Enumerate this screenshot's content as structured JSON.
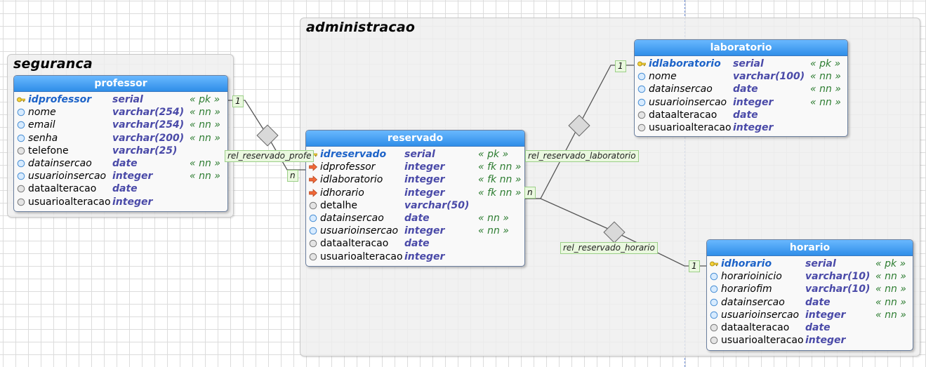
{
  "groups": {
    "seguranca": {
      "title": "seguranca"
    },
    "administracao": {
      "title": "administracao"
    }
  },
  "tables": {
    "professor": {
      "name": "professor",
      "columns": [
        {
          "name": "idprofessor",
          "type": "serial",
          "cons": "« pk »",
          "kind": "pk"
        },
        {
          "name": "nome",
          "type": "varchar(254)",
          "cons": "« nn »",
          "kind": "nn"
        },
        {
          "name": "email",
          "type": "varchar(254)",
          "cons": "« nn »",
          "kind": "nn"
        },
        {
          "name": "senha",
          "type": "varchar(200)",
          "cons": "« nn »",
          "kind": "nn"
        },
        {
          "name": "telefone",
          "type": "varchar(25)",
          "cons": "",
          "kind": "col"
        },
        {
          "name": "datainsercao",
          "type": "date",
          "cons": "« nn »",
          "kind": "nn"
        },
        {
          "name": "usuarioinsercao",
          "type": "integer",
          "cons": "« nn »",
          "kind": "nn"
        },
        {
          "name": "dataalteracao",
          "type": "date",
          "cons": "",
          "kind": "col"
        },
        {
          "name": "usuarioalteracao",
          "type": "integer",
          "cons": "",
          "kind": "col"
        }
      ]
    },
    "reservado": {
      "name": "reservado",
      "columns": [
        {
          "name": "idreservado",
          "type": "serial",
          "cons": "« pk »",
          "kind": "pk"
        },
        {
          "name": "idprofessor",
          "type": "integer",
          "cons": "« fk nn »",
          "kind": "fk"
        },
        {
          "name": "idlaboratorio",
          "type": "integer",
          "cons": "« fk nn »",
          "kind": "fk"
        },
        {
          "name": "idhorario",
          "type": "integer",
          "cons": "« fk nn »",
          "kind": "fk"
        },
        {
          "name": "detalhe",
          "type": "varchar(50)",
          "cons": "",
          "kind": "col"
        },
        {
          "name": "datainsercao",
          "type": "date",
          "cons": "« nn »",
          "kind": "nn"
        },
        {
          "name": "usuarioinsercao",
          "type": "integer",
          "cons": "« nn »",
          "kind": "nn"
        },
        {
          "name": "dataalteracao",
          "type": "date",
          "cons": "",
          "kind": "col"
        },
        {
          "name": "usuarioalteracao",
          "type": "integer",
          "cons": "",
          "kind": "col"
        }
      ]
    },
    "laboratorio": {
      "name": "laboratorio",
      "columns": [
        {
          "name": "idlaboratorio",
          "type": "serial",
          "cons": "« pk »",
          "kind": "pk"
        },
        {
          "name": "nome",
          "type": "varchar(100)",
          "cons": "« nn »",
          "kind": "nn"
        },
        {
          "name": "datainsercao",
          "type": "date",
          "cons": "« nn »",
          "kind": "nn"
        },
        {
          "name": "usuarioinsercao",
          "type": "integer",
          "cons": "« nn »",
          "kind": "nn"
        },
        {
          "name": "dataalteracao",
          "type": "date",
          "cons": "",
          "kind": "col"
        },
        {
          "name": "usuarioalteracao",
          "type": "integer",
          "cons": "",
          "kind": "col"
        }
      ]
    },
    "horario": {
      "name": "horario",
      "columns": [
        {
          "name": "idhorario",
          "type": "serial",
          "cons": "« pk »",
          "kind": "pk"
        },
        {
          "name": "horarioinicio",
          "type": "varchar(10)",
          "cons": "« nn »",
          "kind": "nn"
        },
        {
          "name": "horariofim",
          "type": "varchar(10)",
          "cons": "« nn »",
          "kind": "nn"
        },
        {
          "name": "datainsercao",
          "type": "date",
          "cons": "« nn »",
          "kind": "nn"
        },
        {
          "name": "usuarioinsercao",
          "type": "integer",
          "cons": "« nn »",
          "kind": "nn"
        },
        {
          "name": "dataalteracao",
          "type": "date",
          "cons": "",
          "kind": "col"
        },
        {
          "name": "usuarioalteracao",
          "type": "integer",
          "cons": "",
          "kind": "col"
        }
      ]
    }
  },
  "relations": {
    "professor": {
      "label": "rel_reservado_profe",
      "card_one": "1",
      "card_many": "n"
    },
    "laboratorio": {
      "label": "rel_reservado_laboratorio",
      "card_one": "1",
      "card_many": "n"
    },
    "horario": {
      "label": "rel_reservado_horario",
      "card_one": "1"
    }
  },
  "colors": {
    "header": "#2f8ee8",
    "type_text": "#4a4aa8",
    "constraint_text": "#2e7d32",
    "pk_text": "#1d63c8",
    "relation_label_bg": "#eaf8df"
  }
}
